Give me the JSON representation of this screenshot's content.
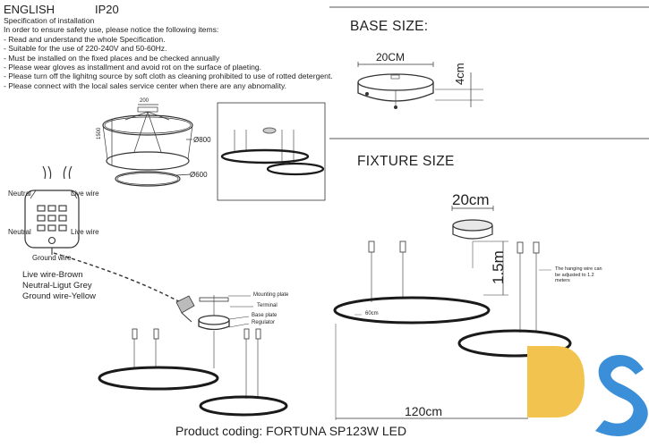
{
  "header": {
    "language": "ENGLISH",
    "rating": "IP20"
  },
  "spec": {
    "title": "Specification of installation",
    "intro": "In order to ensure safety use, please notice the following items:",
    "items": [
      "- Read and understand the whole Specification.",
      "- Suitable for the use of 220-240V and 50-60Hz.",
      "- Must be installed on the fixed places and be checked annually",
      "- Please wear gloves as installment and avoid rot on the surface of plaeting.",
      "- Please turn off the lighitng source by soft cloth as cleaning prohibited to use of rotted detergent.",
      "- Please connect with the local sales service center when there are any abnomality."
    ]
  },
  "base": {
    "title": "BASE SIZE:",
    "width": "20CM",
    "height": "4cm"
  },
  "fixture": {
    "title": "FIXTURE SIZE",
    "canopy": "20cm",
    "drop": "1.5m",
    "ring_small": "60cm",
    "ring_large": "120cm",
    "note": [
      "The hanging wire can",
      "be adjusted to 1.2",
      "meters"
    ]
  },
  "thumb": {
    "width": "200",
    "height": "1500",
    "d1": "Ø800",
    "d2": "Ø600"
  },
  "wiring": {
    "neutral_top": "Neutral",
    "live_top": "Live wire",
    "neutral_bottom": "Neutral",
    "live_bottom": "Live wire",
    "ground": "Ground wire",
    "legend": [
      "Live wire-Brown",
      "Neutral-Ligut Grey",
      "Ground wire-Yellow"
    ]
  },
  "mount": {
    "plate": "Mounting plate",
    "terminal": "Terminal",
    "base": "Base plate",
    "regulator": "Regulator"
  },
  "footer": {
    "coding": "Product coding: FORTUNA SP123W LED"
  },
  "brand": {
    "logo": "DS",
    "yellow": "#f2c34e",
    "blue": "#3b8fd8"
  }
}
